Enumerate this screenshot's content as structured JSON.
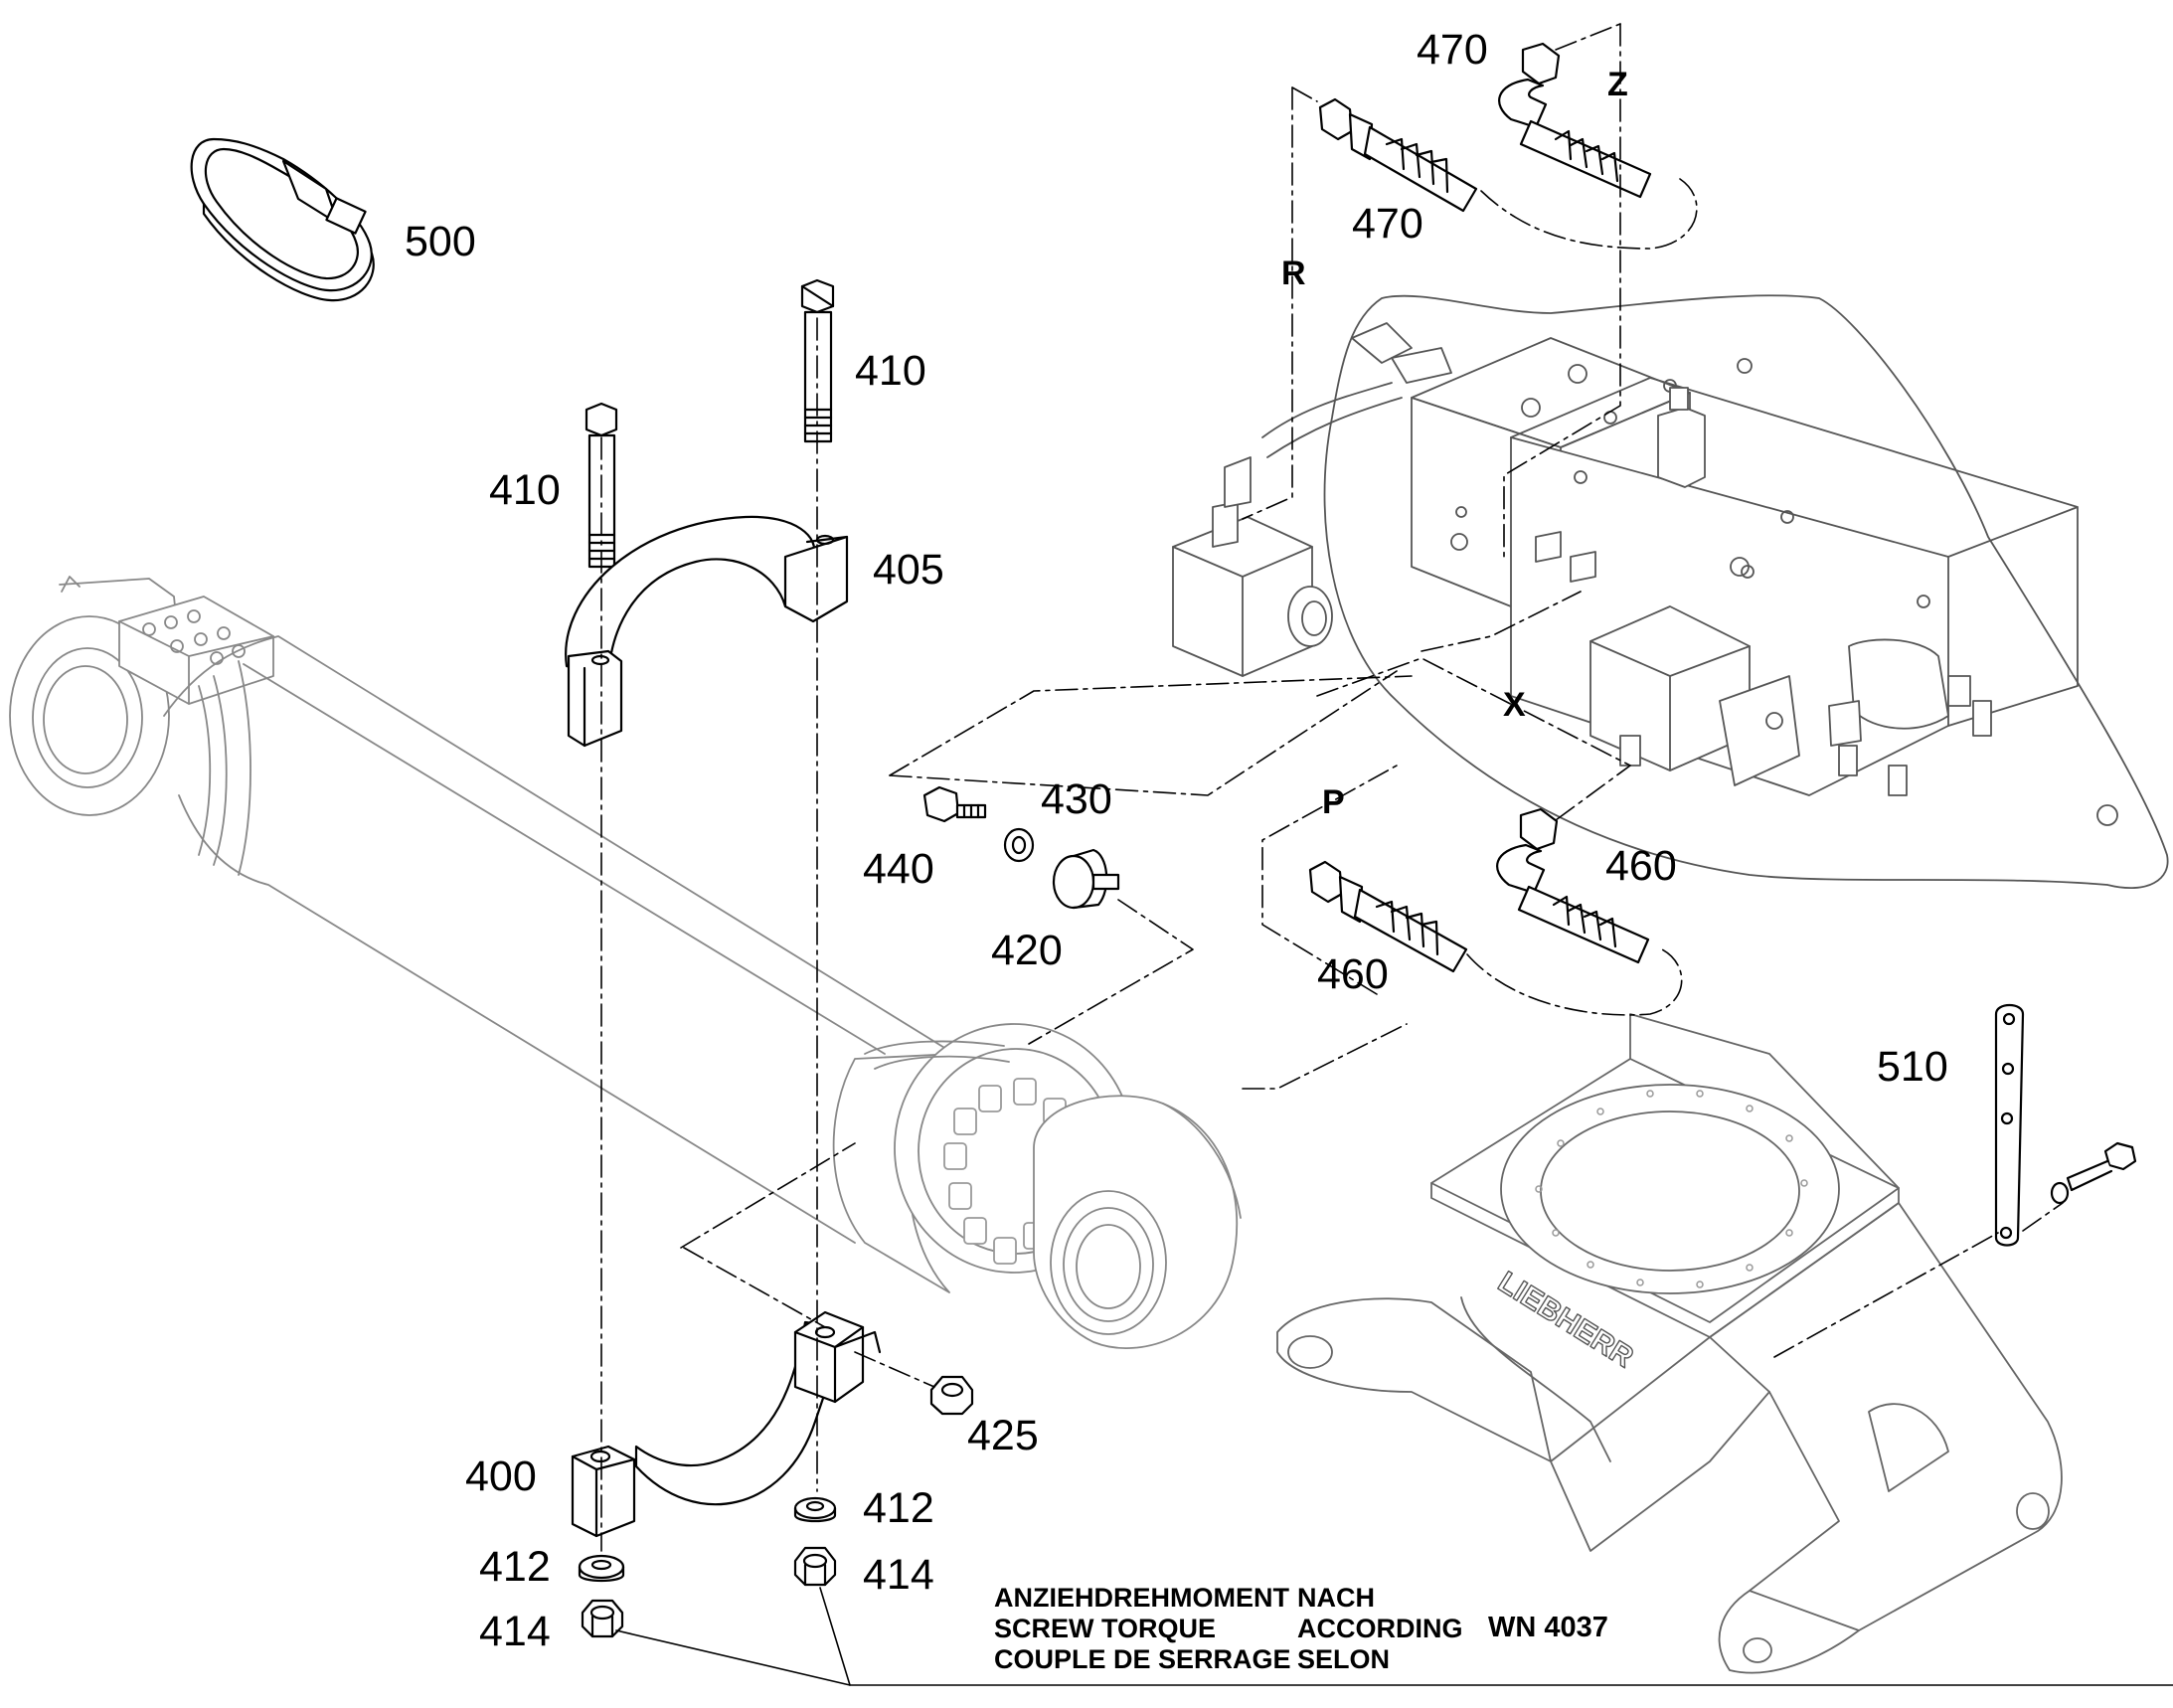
{
  "part_labels": {
    "p500": "500",
    "p410a": "410",
    "p410b": "410",
    "p405": "405",
    "p470a": "470",
    "p470b": "470",
    "p430": "430",
    "p440": "440",
    "p420": "420",
    "p460a": "460",
    "p460b": "460",
    "p510": "510",
    "p425": "425",
    "p400": "400",
    "p412a": "412",
    "p412b": "412",
    "p414a": "414",
    "p414b": "414"
  },
  "connection_letters": {
    "R": "R",
    "Z": "Z",
    "X": "X",
    "P": "P"
  },
  "brand_stamp": "LIEBHERR",
  "torque_note": {
    "line1_col1": "ANZIEHDREHMOMENT",
    "line1_col2": "NACH",
    "line2_col1": "SCREW TORQUE",
    "line2_col2": "ACCORDING",
    "line3_col1": "COUPLE DE SERRAGE",
    "line3_col2": "SELON",
    "standard": "WN 4037"
  }
}
